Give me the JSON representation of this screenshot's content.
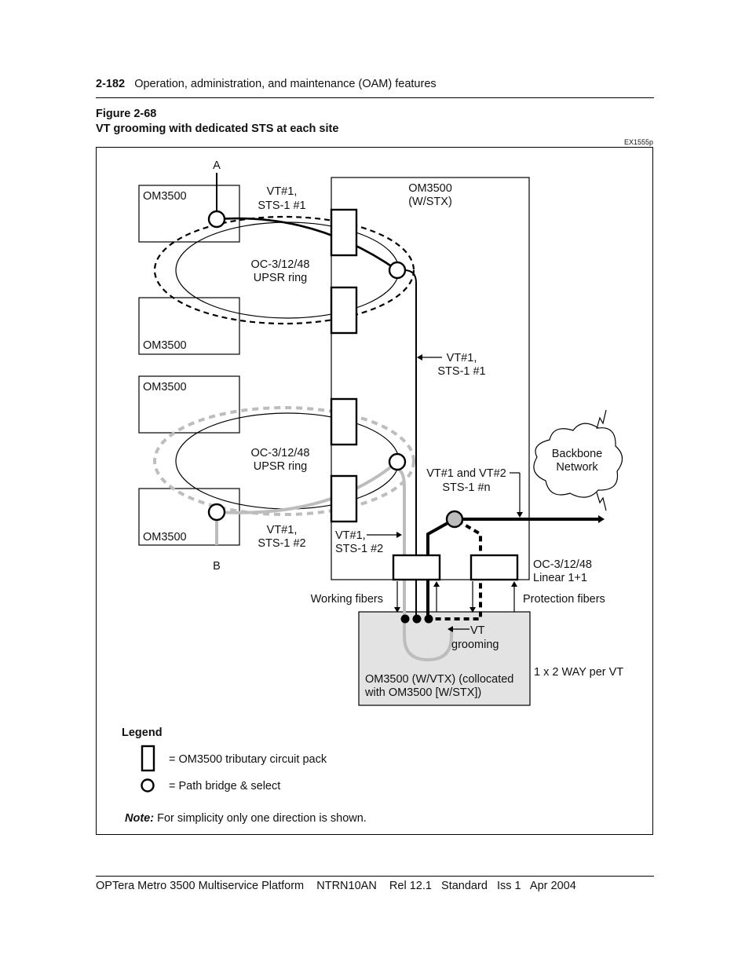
{
  "header": {
    "page_number": "2-182",
    "section_title": "Operation, administration, and maintenance (OAM) features"
  },
  "figure": {
    "number": "Figure 2-68",
    "title": "VT grooming with dedicated STS at each site",
    "code": "EX1555p"
  },
  "diagram": {
    "labels": {
      "a": "A",
      "b": "B",
      "om_top_left": "OM3500",
      "om_mid_left": "OM3500",
      "om_lower_left": "OM3500",
      "om_bottom_left": "OM3500",
      "om_stx_1": "OM3500",
      "om_stx_2": "(W/STX)",
      "vt1_sts1_1a": "VT#1,",
      "vt1_sts1_1b": "STS-1 #1",
      "ring1_a": "OC-3/12/48",
      "ring1_b": "UPSR ring",
      "ring2_a": "OC-3/12/48",
      "ring2_b": "UPSR ring",
      "vt1_right_a": "VT#1,",
      "vt1_right_b": "STS-1 #1",
      "vt1_sts2_a": "VT#1,",
      "vt1_sts2_b": "STS-1 #2",
      "vt1_sts2_in_a": "VT#1,",
      "vt1_sts2_in_b": "STS-1 #2",
      "vt12_a": "VT#1 and VT#2",
      "vt12_b": "STS-1 #n",
      "backbone_a": "Backbone",
      "backbone_b": "Network",
      "linear_a": "OC-3/12/48",
      "linear_b": "Linear 1+1",
      "working_fibers": "Working fibers",
      "protection_fibers": "Protection fibers",
      "vt_grooming_a": "VT",
      "vt_grooming_b": "grooming",
      "vtx_a": "OM3500 (W/VTX) (collocated",
      "vtx_b": "with OM3500 [W/STX])",
      "way": "1 x 2 WAY per VT"
    },
    "legend": {
      "title": "Legend",
      "pack": "= OM3500 tributary circuit pack",
      "bridge": "= Path bridge & select",
      "note_label": "Note:",
      "note_text": " For simplicity only one direction is shown."
    }
  },
  "footer": {
    "product": "OPTera Metro 3500 Multiservice Platform",
    "doc": "NTRN10AN",
    "rel": "Rel 12.1",
    "status": "Standard",
    "issue": "Iss 1",
    "date": "Apr 2004"
  },
  "colors": {
    "gray_line": "#bdbdbd",
    "node_fill": "#e3e3e3",
    "dark": "#111111"
  }
}
